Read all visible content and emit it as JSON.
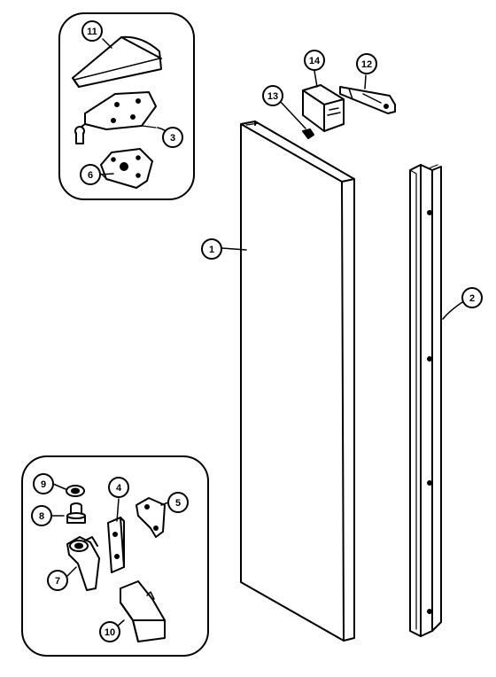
{
  "callouts": {
    "c1": "1",
    "c2": "2",
    "c3": "3",
    "c4": "4",
    "c5": "5",
    "c6": "6",
    "c7": "7",
    "c8": "8",
    "c9": "9",
    "c10": "10",
    "c11": "11",
    "c12": "12",
    "c13": "13",
    "c14": "14"
  },
  "colors": {
    "line": "#000000",
    "paper": "#ffffff"
  }
}
